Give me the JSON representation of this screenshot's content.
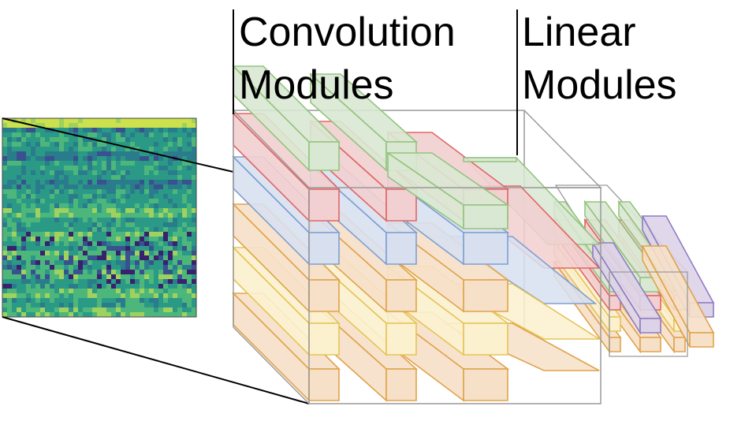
{
  "labels": {
    "convolution": [
      "Convolution",
      "Modules"
    ],
    "linear": [
      "Linear",
      "Modules"
    ]
  },
  "colors": {
    "green": {
      "fill": "#d9e8d3",
      "stroke": "#93c47d"
    },
    "red": {
      "fill": "#f2cfd0",
      "stroke": "#e06666"
    },
    "blue": {
      "fill": "#d8e0f0",
      "stroke": "#7f9fd2"
    },
    "yellow": {
      "fill": "#fbf1cf",
      "stroke": "#e6c457"
    },
    "orange": {
      "fill": "#f6e0c8",
      "stroke": "#e0a34a"
    },
    "purple": {
      "fill": "#ddd3e8",
      "stroke": "#8e7cc3"
    },
    "cube_stroke": "#9a9a9a",
    "spectrogram": [
      "#3a1a6b",
      "#3b4d8f",
      "#2a7a8c",
      "#2a9a86",
      "#4fb87a",
      "#a4d45c",
      "#d6e54a"
    ]
  },
  "icons": {
    "spectrogram": "spectrogram-image",
    "main_block": "convolution-cube",
    "small_block": "linear-cube"
  }
}
